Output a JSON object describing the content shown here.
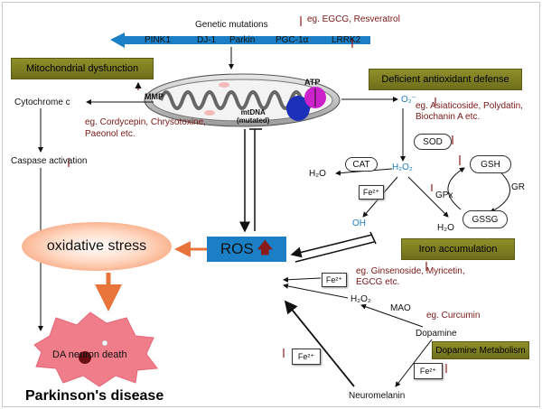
{
  "top": {
    "genetic_mutations": "Genetic mutations",
    "drugs": "eg. EGCG, Resveratrol"
  },
  "genes": [
    "PINK1",
    "DJ-1",
    "Parkin",
    "PGC-1α",
    "LRRK2"
  ],
  "boxes": {
    "mito_dysfunction": "Mitochondrial dysfunction",
    "antioxidant": "Deficient antioxidant defense",
    "iron": "Iron accumulation",
    "dopamine_metabolism": "Dopamine Metabolism"
  },
  "mito": {
    "mmp": "MMP",
    "atp": "ATP",
    "mtdna": "mtDNA",
    "mutated": "(mutated)"
  },
  "left": {
    "cytochrome_c": "Cytochrome c",
    "drugs_line1": "eg. Cordycepin, Chrysotoxine,",
    "drugs_line2": "Paeonol etc.",
    "caspase": "Caspase activation"
  },
  "center": {
    "oxidative_stress": "oxidative stress",
    "ros": "ROS"
  },
  "right": {
    "o2": "O₂⁻",
    "drugs_line1": "eg. Asiaticoside, Polydatin,",
    "drugs_line2": "Biochanin A etc.",
    "sod": "SOD",
    "cat": "CAT",
    "h2o": "H₂O",
    "h2o2": "H₂O₂",
    "gsh": "GSH",
    "gr": "GR",
    "gpx": "GPx",
    "gssg": "GSSG",
    "oh": "OH"
  },
  "iron": {
    "fe2": "Fe²⁺",
    "drugs_line1": "eg. Ginsenoside, Myricetin,",
    "drugs_line2": "EGCG etc.",
    "h2o2": "H₂O₂",
    "mao": "MAO",
    "curcumin": "eg. Curcumin",
    "dopamine": "Dopamine",
    "neuromelanin": "Neuromelanin"
  },
  "bottom": {
    "neuron_death": "DA neuron death",
    "disease": "Parkinson's disease"
  },
  "colors": {
    "gene_arrow": "#1a7fc4",
    "ros_box": "#1a7fc4",
    "olive_box": "#7f7f22",
    "drug_text": "#7a1616",
    "species_text": "#1f7fc0",
    "stress_arrow": "#e8743b",
    "neuron": "#f07d8a"
  }
}
